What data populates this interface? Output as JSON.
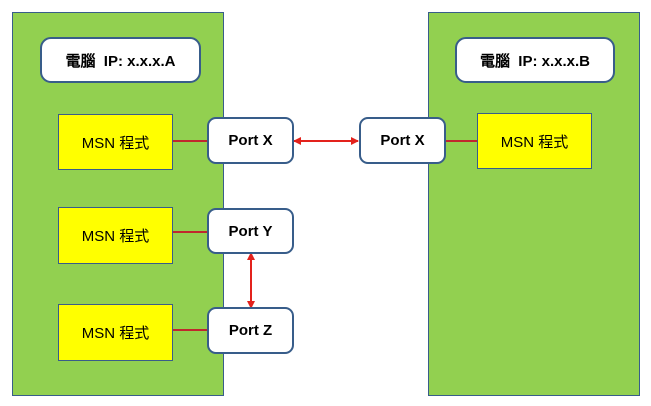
{
  "computer_a": {
    "title": "電腦  IP: x.x.x.A",
    "programs": [
      "MSN 程式",
      "MSN 程式",
      "MSN 程式"
    ],
    "ports": [
      "Port X",
      "Port Y",
      "Port Z"
    ]
  },
  "computer_b": {
    "title": "電腦  IP: x.x.x.B",
    "program": "MSN 程式",
    "port": "Port X"
  },
  "colors": {
    "computer_fill": "#92d050",
    "program_fill": "#ffff00",
    "border": "#385d8a",
    "link": "#e3221c"
  }
}
